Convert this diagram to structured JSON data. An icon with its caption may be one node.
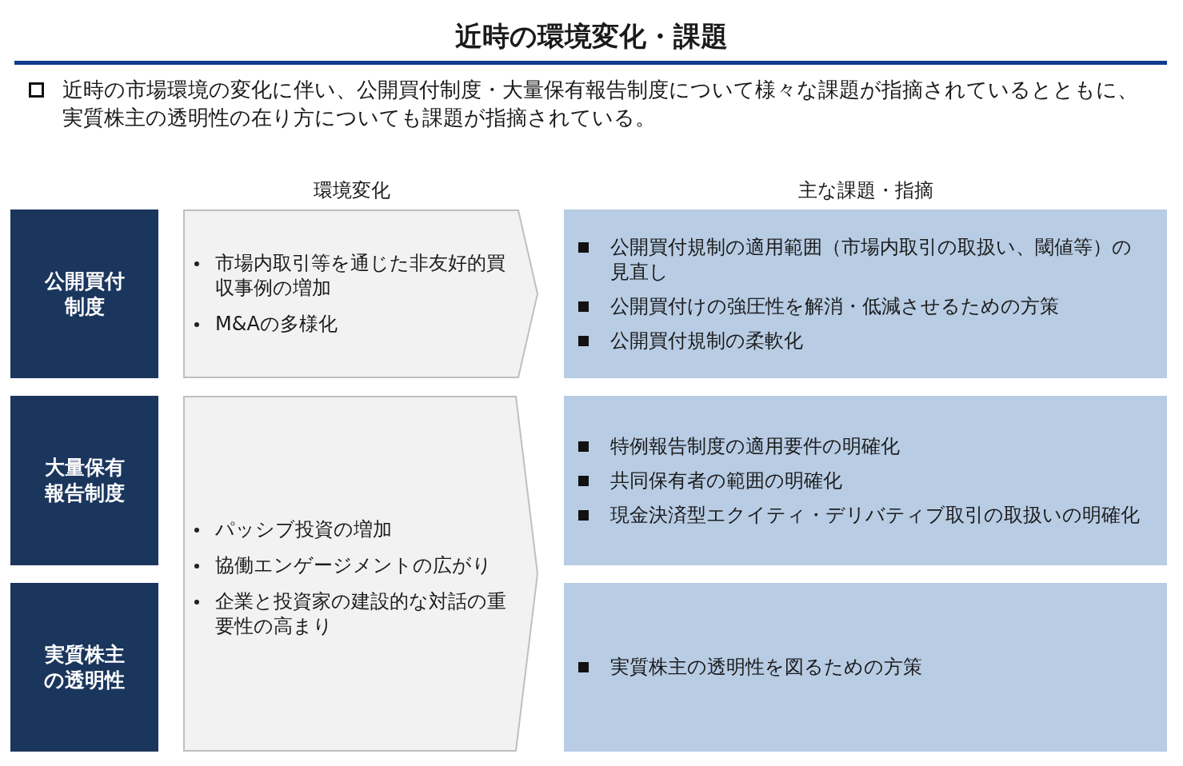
{
  "diagram": {
    "title": "近時の環境変化・課題",
    "nodes": [
      {
        "text": [
          "公開買付制度"
        ]
      },
      {
        "text": [
          "市場内取引等を通じた非友好的買収事例の増加",
          "M&Aの多様化"
        ]
      },
      {
        "text": [
          "公開買付規制の適用範囲（市場内取引の取扱い、閾値等）の見直し",
          "公開買付けの強圧性を解消・低減させるための方策",
          "公開買付規制の柔軟化"
        ]
      },
      {
        "text": [
          "大量保有報告制度"
        ]
      },
      {
        "text": [
          "パッシブ投資の増加",
          "協働エンゲージメントの広がり",
          "企業と投資家の建設的な対話の重要性の高まり"
        ]
      },
      {
        "text": [
          "特例報告制度の適用要件の明確化",
          "共同保有者の範囲の明確化",
          "現金決済型エクイティ・デリバティブ取引の取扱いの明確化"
        ]
      },
      {
        "text": [
          "実質株主の透明性"
        ]
      },
      {
        "text": [
          "実質株主の透明性を図るための方策"
        ]
      }
    ],
    "labels": [
      "近時の市場環境の変化に伴い、公開買付制度・大量保有報告制度について様々な課題が指摘されているとともに、実質株主の透明性の在り方についても課題が指摘されている。",
      "環境変化",
      "主な課題・指摘"
    ]
  }
}
